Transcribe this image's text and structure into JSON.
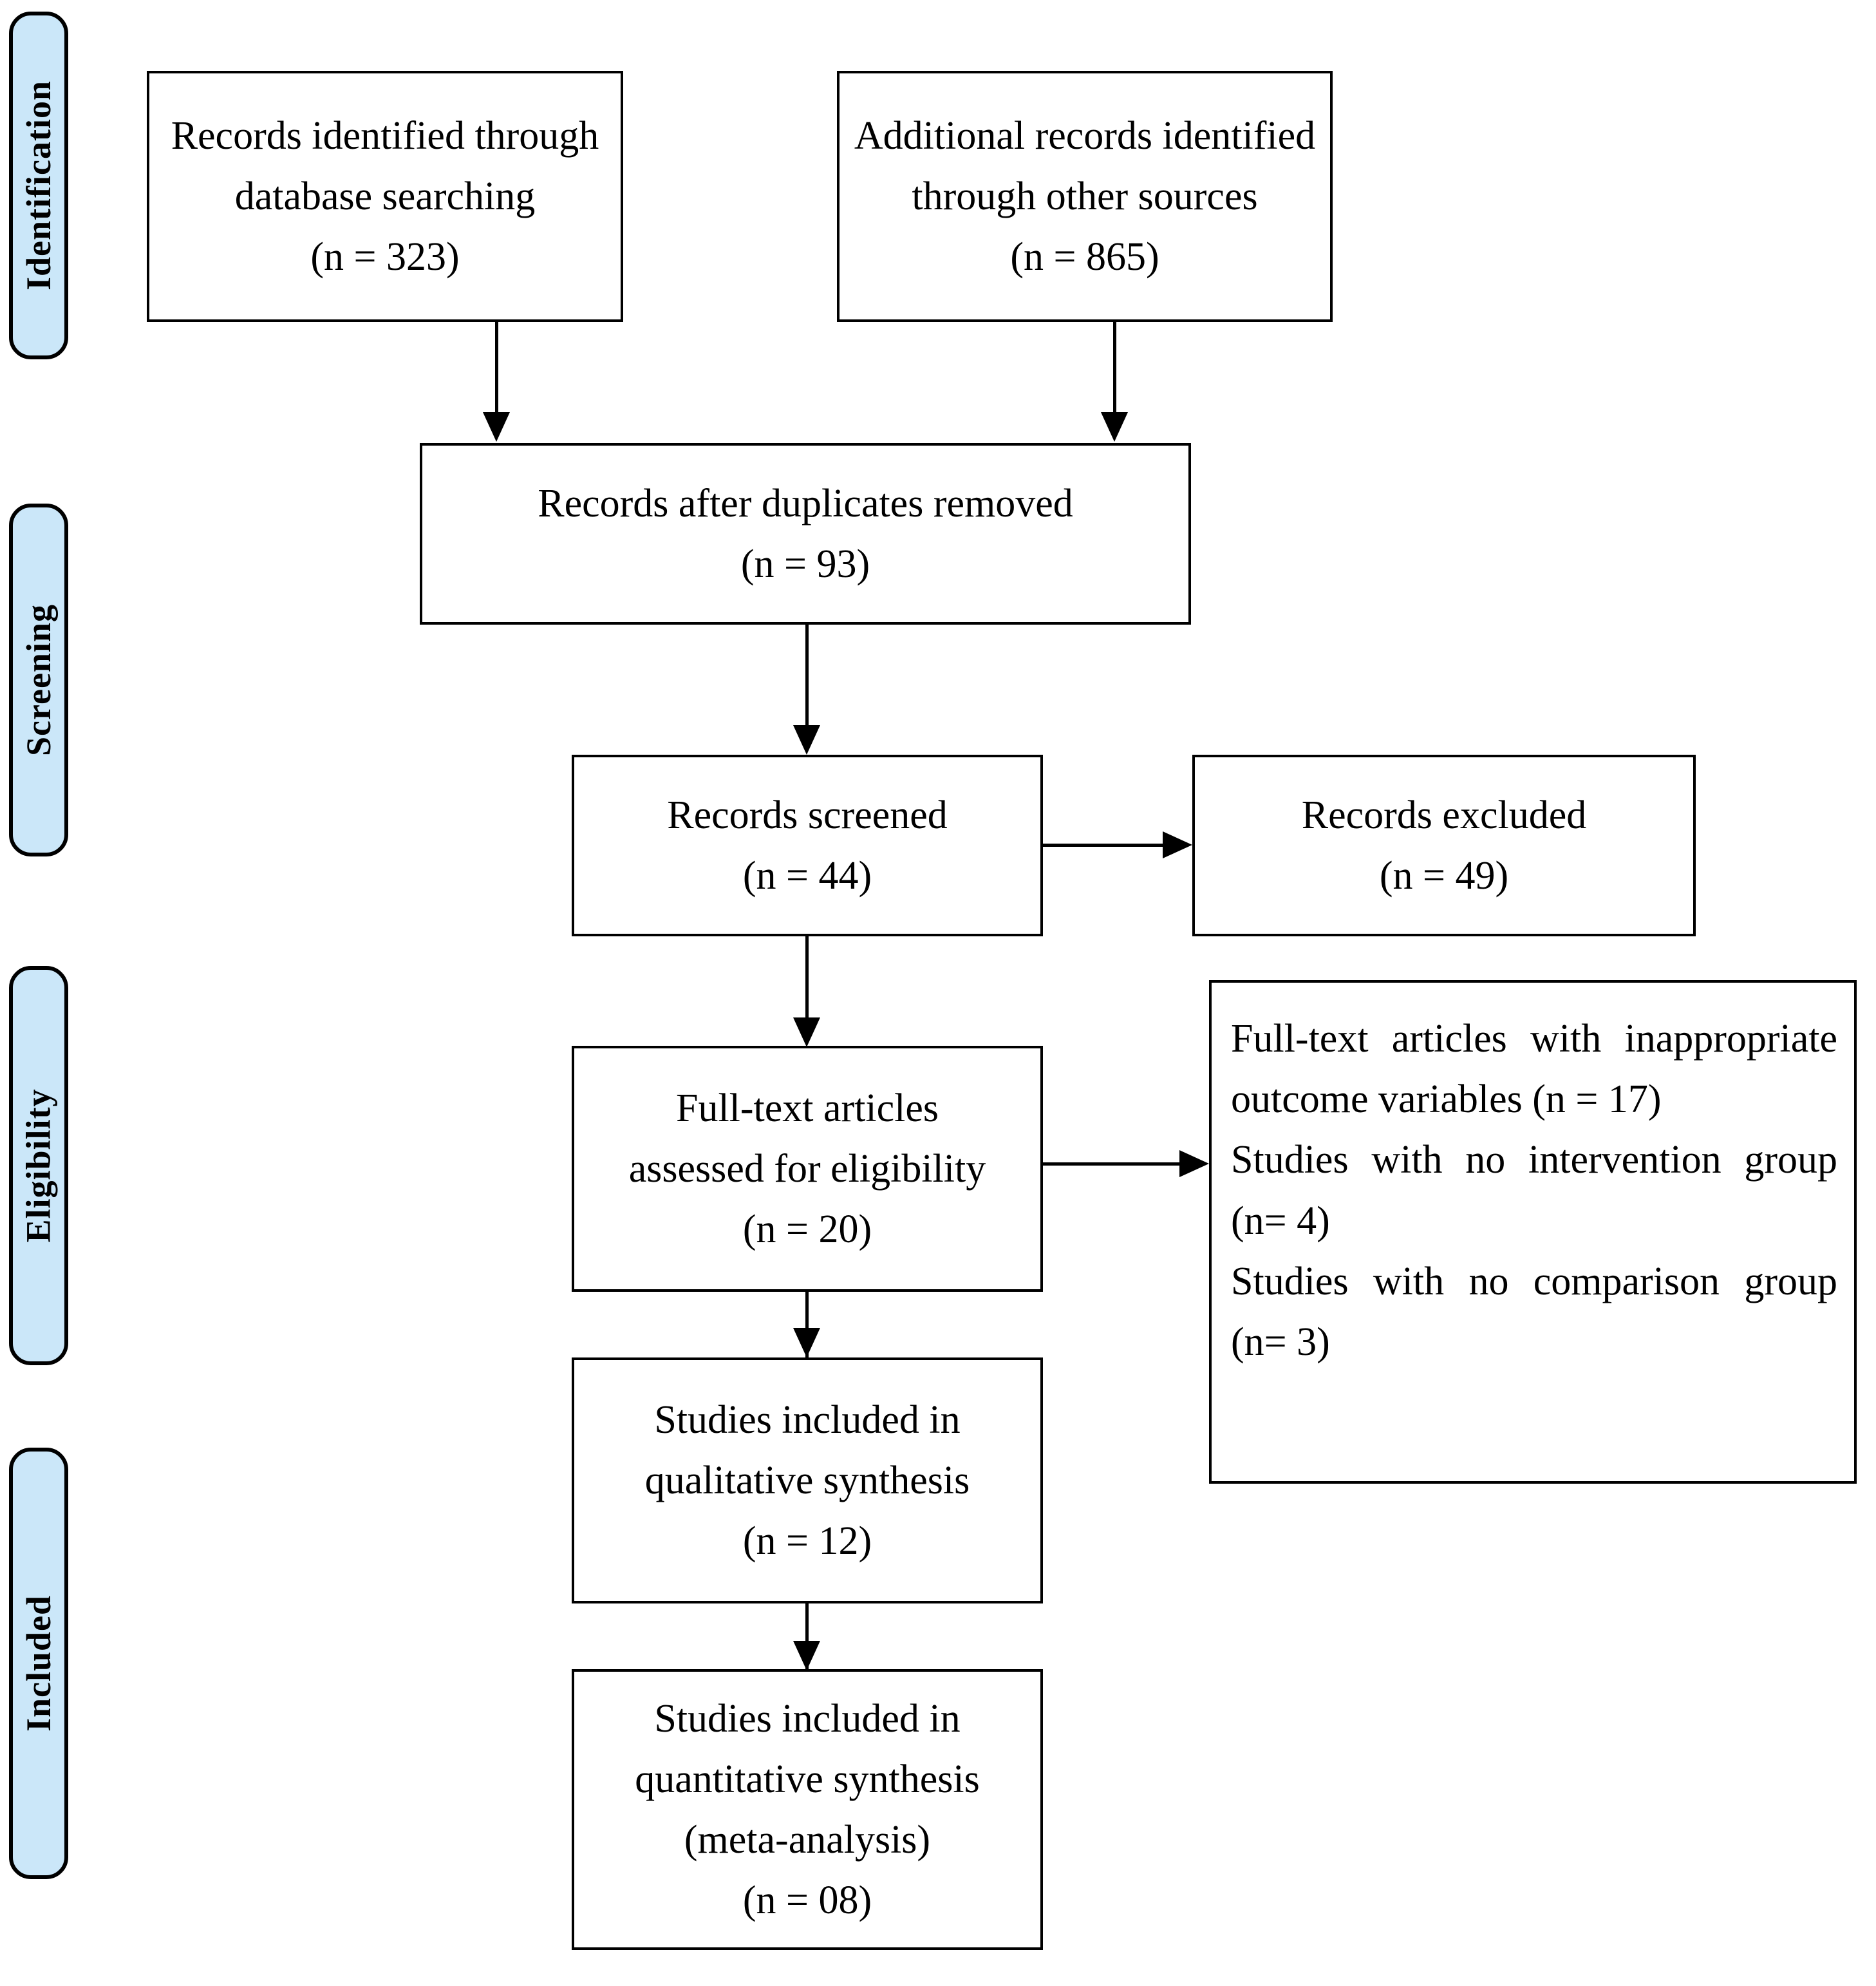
{
  "diagram": {
    "title": "PRISMA flow diagram",
    "accent_color": "#cbe7f9",
    "line_color": "#000000",
    "background_color": "#ffffff"
  },
  "phases": [
    {
      "label": "Identification"
    },
    {
      "label": "Screening"
    },
    {
      "label": "Eligibility"
    },
    {
      "label": "Included"
    }
  ],
  "boxes": {
    "database_records": {
      "lines": [
        "Records identified through",
        "database searching",
        "(n = 323)"
      ]
    },
    "other_records": {
      "lines": [
        "Additional records identified",
        "through other sources",
        "(n = 865)"
      ]
    },
    "after_duplicates": {
      "lines": [
        "Records after duplicates removed",
        "(n = 93)"
      ]
    },
    "records_screened": {
      "lines": [
        "Records screened",
        "(n = 44)"
      ]
    },
    "records_excluded": {
      "lines": [
        "Records excluded",
        "(n = 49)"
      ]
    },
    "fulltext_assessed": {
      "lines": [
        "Full-text articles",
        "assessed for eligibility",
        "(n = 20)"
      ]
    },
    "exclusion_reasons": {
      "lines": [
        "Full-text articles with inappropriate outcome variables (n = 17)",
        "Studies with no intervention group (n= 4)",
        "Studies with no comparison group (n= 3)"
      ]
    },
    "qualitative_synthesis": {
      "lines": [
        "Studies included in",
        "qualitative synthesis",
        "(n = 12)"
      ]
    },
    "quantitative_synthesis": {
      "lines": [
        "Studies included in",
        "quantitative synthesis",
        "(meta-analysis)",
        "(n = 08)"
      ]
    }
  },
  "counts": {
    "database_records": 323,
    "other_records": 865,
    "after_duplicates": 93,
    "records_screened": 44,
    "records_excluded": 49,
    "fulltext_assessed": 20,
    "excluded_inappropriate_outcome": 17,
    "excluded_no_intervention_group": 4,
    "excluded_no_comparison_group": 3,
    "qualitative_synthesis": 12,
    "quantitative_synthesis": 8
  }
}
